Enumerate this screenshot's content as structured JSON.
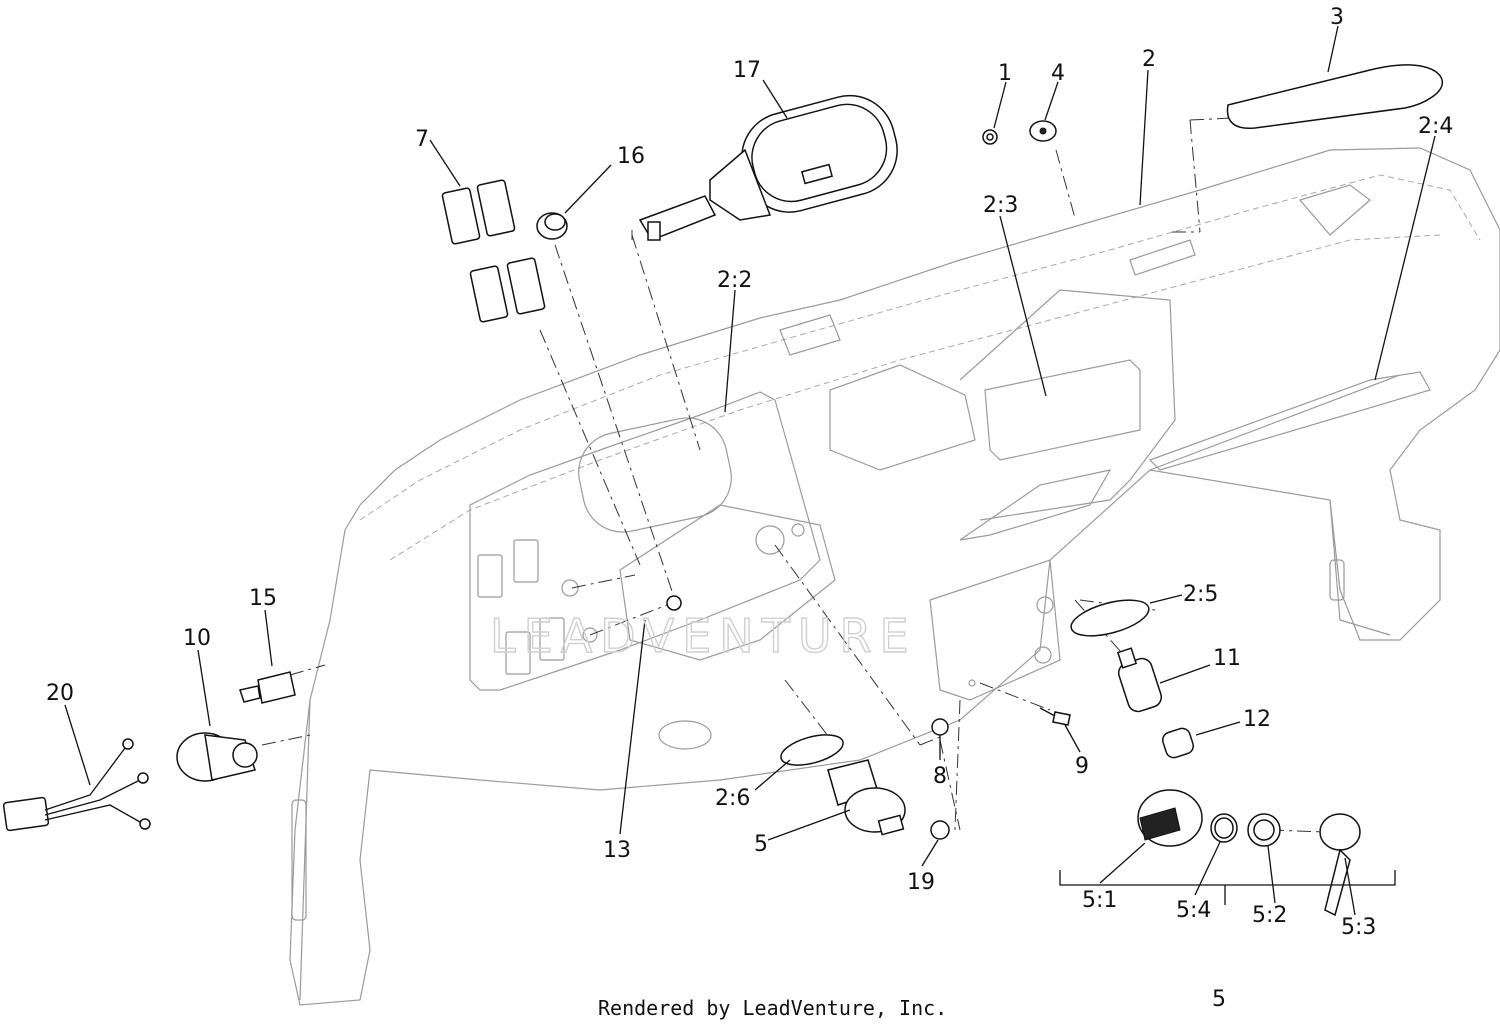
{
  "footer": "Rendered by LeadVenture, Inc.",
  "watermark": "LEADVENTURE",
  "callouts": {
    "c1": "1",
    "c4": "4",
    "c2": "2",
    "c3": "3",
    "c2_4": "2:4",
    "c17": "17",
    "c7": "7",
    "c16": "16",
    "c2_3": "2:3",
    "c2_2": "2:2",
    "c15": "15",
    "c10": "10",
    "c20": "20",
    "c2_5": "2:5",
    "c11": "11",
    "c12": "12",
    "c9": "9",
    "c8": "8",
    "c2_6": "2:6",
    "c13": "13",
    "c5": "5",
    "c19": "19",
    "c5_1": "5:1",
    "c5_4": "5:4",
    "c5_2": "5:2",
    "c5_3": "5:3",
    "c5_kit": "5"
  }
}
